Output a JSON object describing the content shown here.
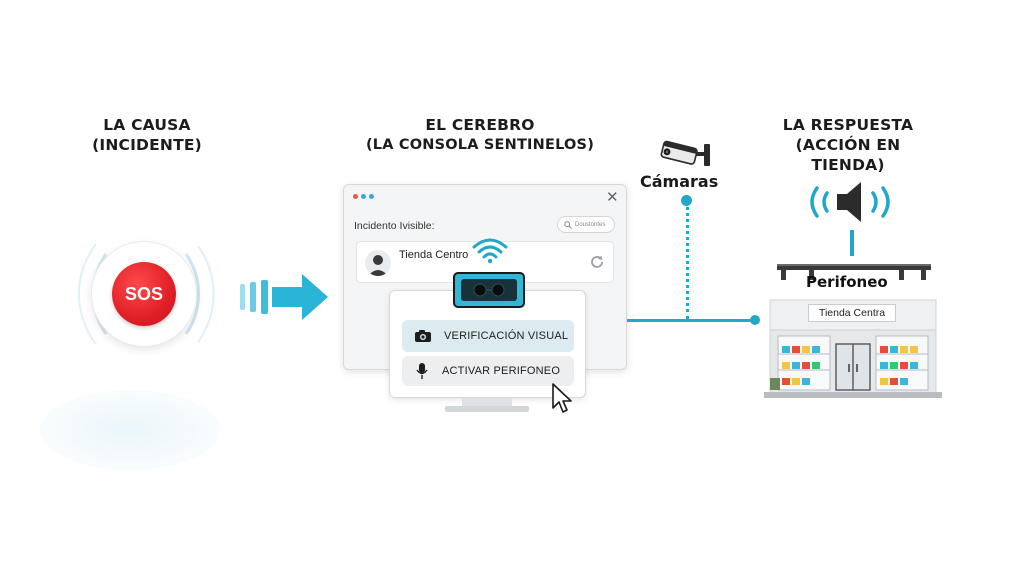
{
  "headings": {
    "cause_line1": "LA CAUSA",
    "cause_line2": "(INCIDENTE)",
    "brain_line1": "EL CEREBRO",
    "brain_line2": "(LA CONSOLA SENTINELOS)",
    "response_line1": "LA RESPUESTA",
    "response_line2": "(ACCIÓN EN TIENDA)"
  },
  "sos": {
    "label": "SOS",
    "color": "#e01f27"
  },
  "console": {
    "incident_label": "Incidento Ivisible:",
    "search_placeholder": "Doustontes",
    "card_title": "Tienda Centro",
    "close_glyph": "✕"
  },
  "actions": {
    "verify_label": "VERIFICACIÓN VISUAL",
    "activate_label": "ACTIVAR PERIFONEO"
  },
  "response": {
    "cameras_label": "Cámaras",
    "paging_label": "Perifoneo",
    "store_sign": "Tienda Centra"
  },
  "colors": {
    "accent": "#22a7c9",
    "arrow": "#2ab4d6",
    "device": "#2fb7d3",
    "sos_red": "#e01f27"
  },
  "icons": {
    "camera": "camera-icon",
    "microphone": "microphone-icon",
    "speaker": "speaker-icon",
    "wifi": "wifi-icon",
    "security_camera": "security-camera-icon",
    "cursor": "cursor-icon",
    "search": "search-icon",
    "refresh": "refresh-icon",
    "store": "store-icon"
  }
}
